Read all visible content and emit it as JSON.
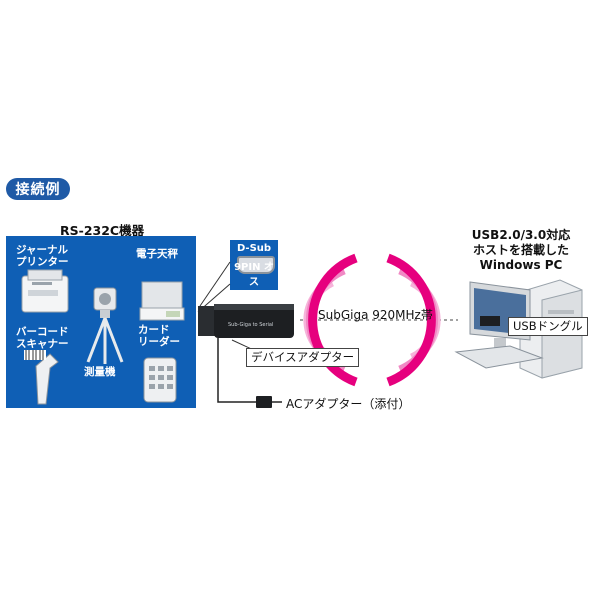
{
  "header": {
    "badge": "接続例"
  },
  "devices": {
    "title": "RS-232C機器",
    "journal_printer": "ジャーナル\nプリンター",
    "balance": "電子天秤",
    "barcode_scanner": "バーコード\nスキャナー",
    "survey": "測量機",
    "card_reader": "カード\nリーダー"
  },
  "connector": {
    "top": "D-Sub",
    "bottom": "9PIN オス"
  },
  "adapter": {
    "label": "デバイスアダプター",
    "engraving": "Sub-Giga to Serial"
  },
  "wireless": {
    "label": "SubGiga 920MHz帯"
  },
  "ac": {
    "label": "ACアダプター（添付）"
  },
  "pc": {
    "title": "USB2.0/3.0対応\nホストを搭載した\nWindows PC",
    "dongle": "USBドングル"
  },
  "colors": {
    "panel_blue": "#0f5fb5",
    "badge_blue": "#1f5aa6",
    "wave_pink": "#e6007e"
  },
  "icons": [
    "journal-printer-icon",
    "balance-icon",
    "barcode-scanner-icon",
    "survey-instrument-icon",
    "card-reader-icon",
    "dsub-port-icon",
    "device-adapter-icon",
    "radio-wave-icon",
    "ac-adapter-icon",
    "pc-tower-icon",
    "monitor-icon",
    "keyboard-icon",
    "usb-dongle-icon"
  ]
}
